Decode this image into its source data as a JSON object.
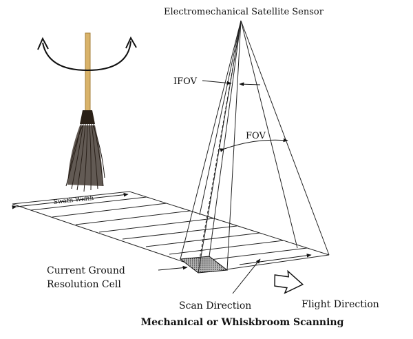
{
  "diagram": {
    "title": "Mechanical or Whiskbroom Scanning",
    "labels": {
      "sensor": "Electromechanical Satellite Sensor",
      "ifov": "IFOV",
      "fov": "FOV",
      "swath_width": "Swath Width",
      "current_cell_line1": "Current Ground",
      "current_cell_line2": "Resolution Cell",
      "scan_direction": "Scan Direction",
      "flight_direction": "Flight Direction"
    },
    "icons": {
      "broom": "broom-icon",
      "rotation": "rotation-arrow-icon",
      "flight_arrow": "flight-direction-arrow-icon"
    }
  }
}
